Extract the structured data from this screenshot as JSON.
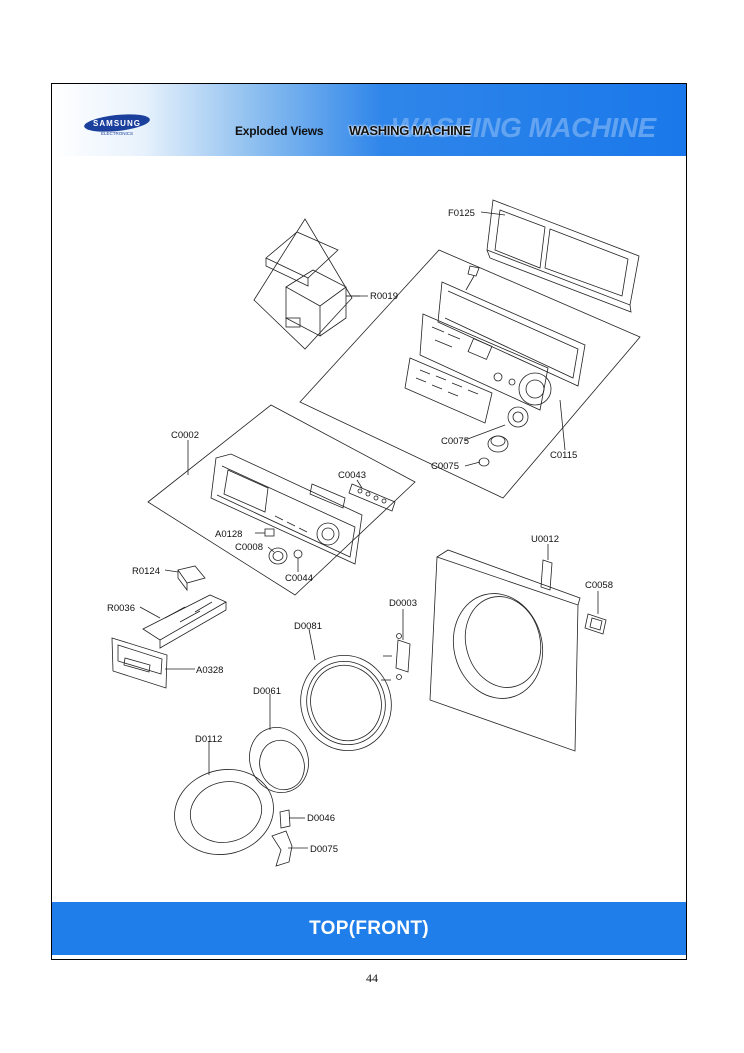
{
  "header": {
    "brand": "SAMSUNG",
    "brand_sub": "ELECTRONICS",
    "section_label": "Exploded Views",
    "title": "WASHING MACHINE",
    "title_watermark": "WASHING MACHINE"
  },
  "parts": {
    "F0125": "F0125",
    "R0019": "R0019",
    "C0002": "C0002",
    "C0043": "C0043",
    "C0075_a": "C0075",
    "C0075_b": "C0075",
    "C0115": "C0115",
    "A0128": "A0128",
    "C0008": "C0008",
    "C0044": "C0044",
    "U0012": "U0012",
    "R0124": "R0124",
    "C0058": "C0058",
    "D0003": "D0003",
    "R0036": "R0036",
    "D0081": "D0081",
    "A0328": "A0328",
    "D0061": "D0061",
    "D0112": "D0112",
    "D0046": "D0046",
    "D0075": "D0075"
  },
  "footer": {
    "title": "TOP(FRONT)"
  },
  "page_number": "44"
}
